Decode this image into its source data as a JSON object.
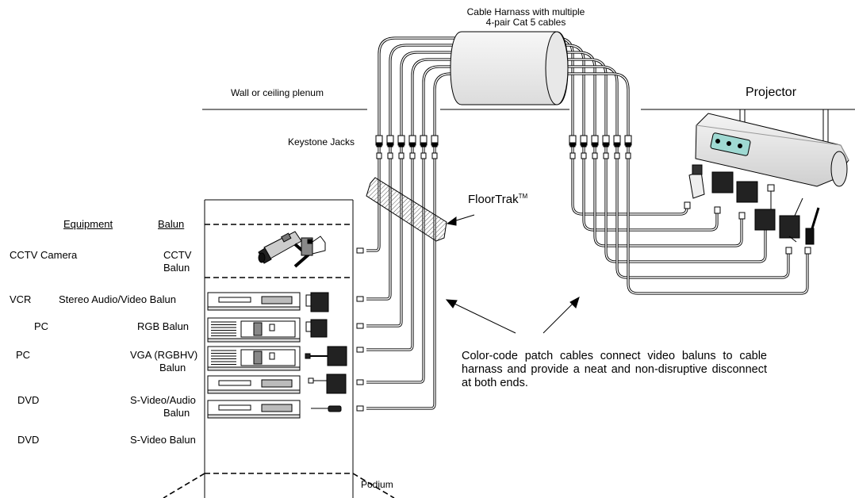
{
  "harness_label": {
    "line1": "Cable Harnass with multiple",
    "line2": "4-pair Cat 5 cables"
  },
  "plenum_label": "Wall or ceiling plenum",
  "projector_label": "Projector",
  "keystone_label": "Keystone Jacks",
  "floortrak": {
    "name": "FloorTrak",
    "mark": "TM"
  },
  "headers": {
    "equipment": "Equipment",
    "balun": "Balun"
  },
  "rows": [
    {
      "equipment": "CCTV Camera",
      "balun_line1": "CCTV",
      "balun_line2": "Balun"
    },
    {
      "equipment": "VCR",
      "balun_line1": "Stereo Audio/Video Balun",
      "balun_line2": ""
    },
    {
      "equipment": "PC",
      "balun_line1": "RGB Balun",
      "balun_line2": ""
    },
    {
      "equipment": "PC",
      "balun_line1": "VGA (RGBHV)",
      "balun_line2": "Balun"
    },
    {
      "equipment": "DVD",
      "balun_line1": "S-Video/Audio",
      "balun_line2": "Balun"
    },
    {
      "equipment": "DVD",
      "balun_line1": "S-Video Balun",
      "balun_line2": ""
    }
  ],
  "note": "Color-code patch cables connect video baluns to cable harnass and provide a neat and non-disruptive disconnect at both ends.",
  "podium_label": "Podium"
}
